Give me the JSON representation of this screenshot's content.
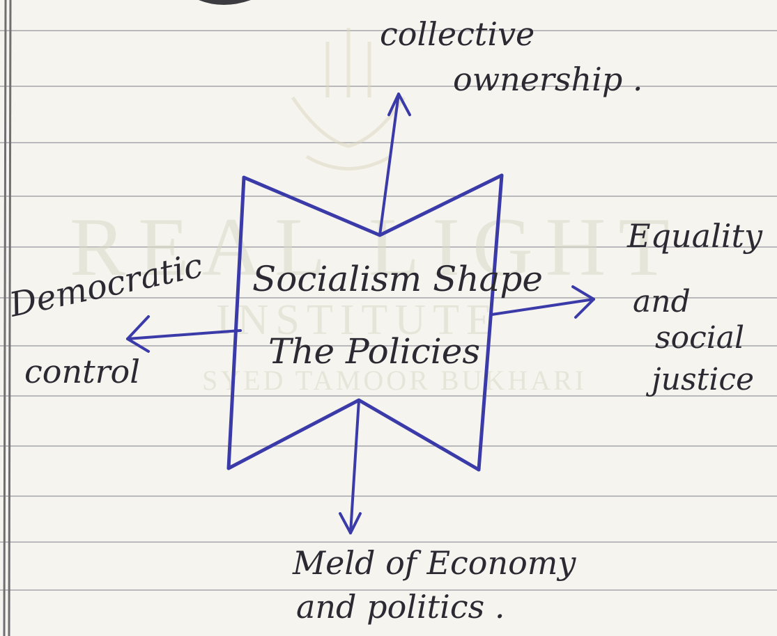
{
  "watermark": {
    "line1": "REAL LIGHT",
    "line2": "INSTITUTE",
    "line3": "SYED TAMOOR BUKHARI"
  },
  "diagram": {
    "center": {
      "line1": "Socialism Shape",
      "line2": "The Policies"
    },
    "top": {
      "line1": "collective",
      "line2": "ownership ."
    },
    "left": {
      "line1": "Democratic",
      "line2": "control"
    },
    "right": {
      "line1": "Equality",
      "line2": "and",
      "line3": "social",
      "line4": "justice"
    },
    "bottom": {
      "line1": "Meld of Economy",
      "line2": "and politics ."
    }
  },
  "colors": {
    "paper": "#f6f4ee",
    "rule_line": "#b9b9bb",
    "ink_blue": "#3a3aa8",
    "ink_text": "#2b2a33",
    "margin_line": "#6f6f72"
  }
}
